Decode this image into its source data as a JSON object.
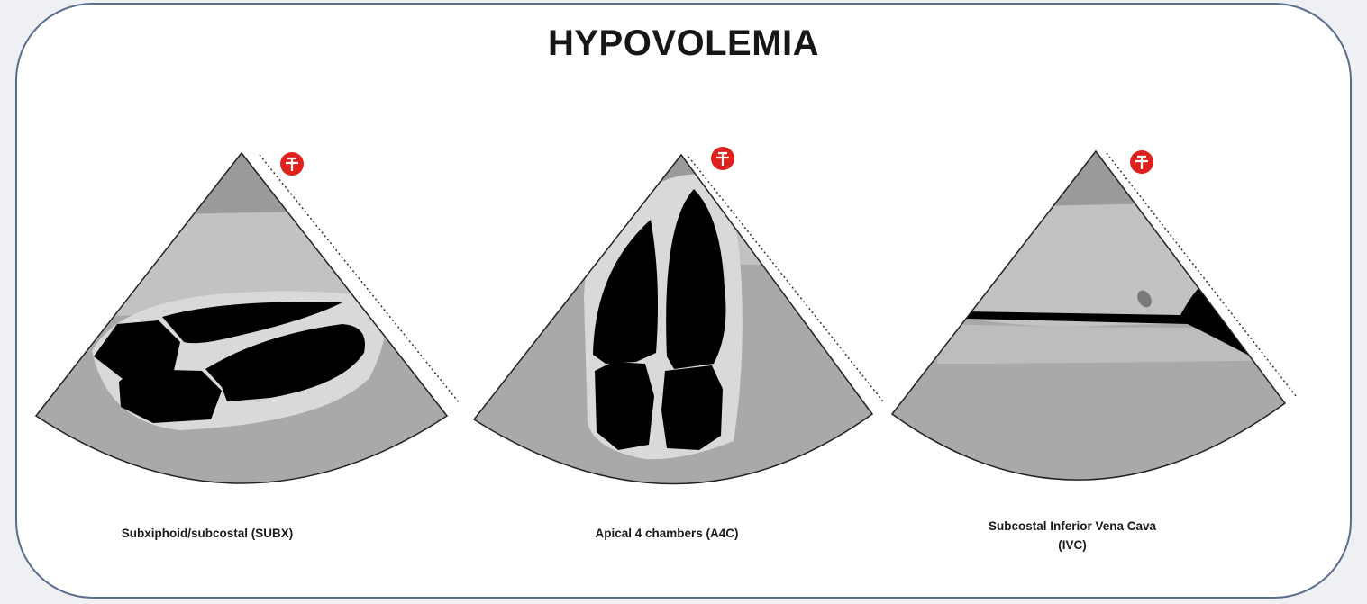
{
  "title": "HYPOVOLEMIA",
  "panels": [
    {
      "caption": "Subxiphoid/subcostal (SUBX)"
    },
    {
      "caption": "Apical 4 chambers (A4C)"
    },
    {
      "caption": "Subcostal Inferior Vena Cava",
      "caption_line2": "(IVC)"
    }
  ],
  "colors": {
    "background": "#eef0f4",
    "frame_fill": "#ffffff",
    "frame_border": "#5a6d8c",
    "sector_near_field": "#9a9a9a",
    "sector_mid": "#c2c2c2",
    "sector_far_field": "#a9a9a9",
    "chamber": "#000000",
    "myocardium": "#d9d9d9",
    "probe_marker": "#e0201c"
  },
  "icons": [
    "probe-orientation-marker-icon"
  ]
}
